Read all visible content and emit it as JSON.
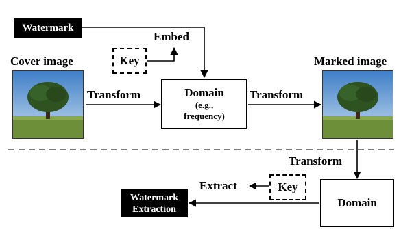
{
  "top": {
    "watermark_label": "Watermark",
    "embed_label": "Embed",
    "key_label": "Key",
    "cover_image_label": "Cover image",
    "transform_left_label": "Transform",
    "domain_title": "Domain",
    "domain_note_line1": "(e.g.,",
    "domain_note_line2": "frequency)",
    "transform_right_label": "Transform",
    "marked_image_label": "Marked image"
  },
  "bottom": {
    "transform_label": "Transform",
    "extract_label": "Extract",
    "key_label": "Key",
    "domain_label": "Domain",
    "extraction_line1": "Watermark",
    "extraction_line2": "Extraction"
  },
  "colors": {
    "ink": "#000000",
    "divider": "#7f7f7f",
    "sky": "#7fb2e0",
    "grass": "#6e8f3a"
  }
}
